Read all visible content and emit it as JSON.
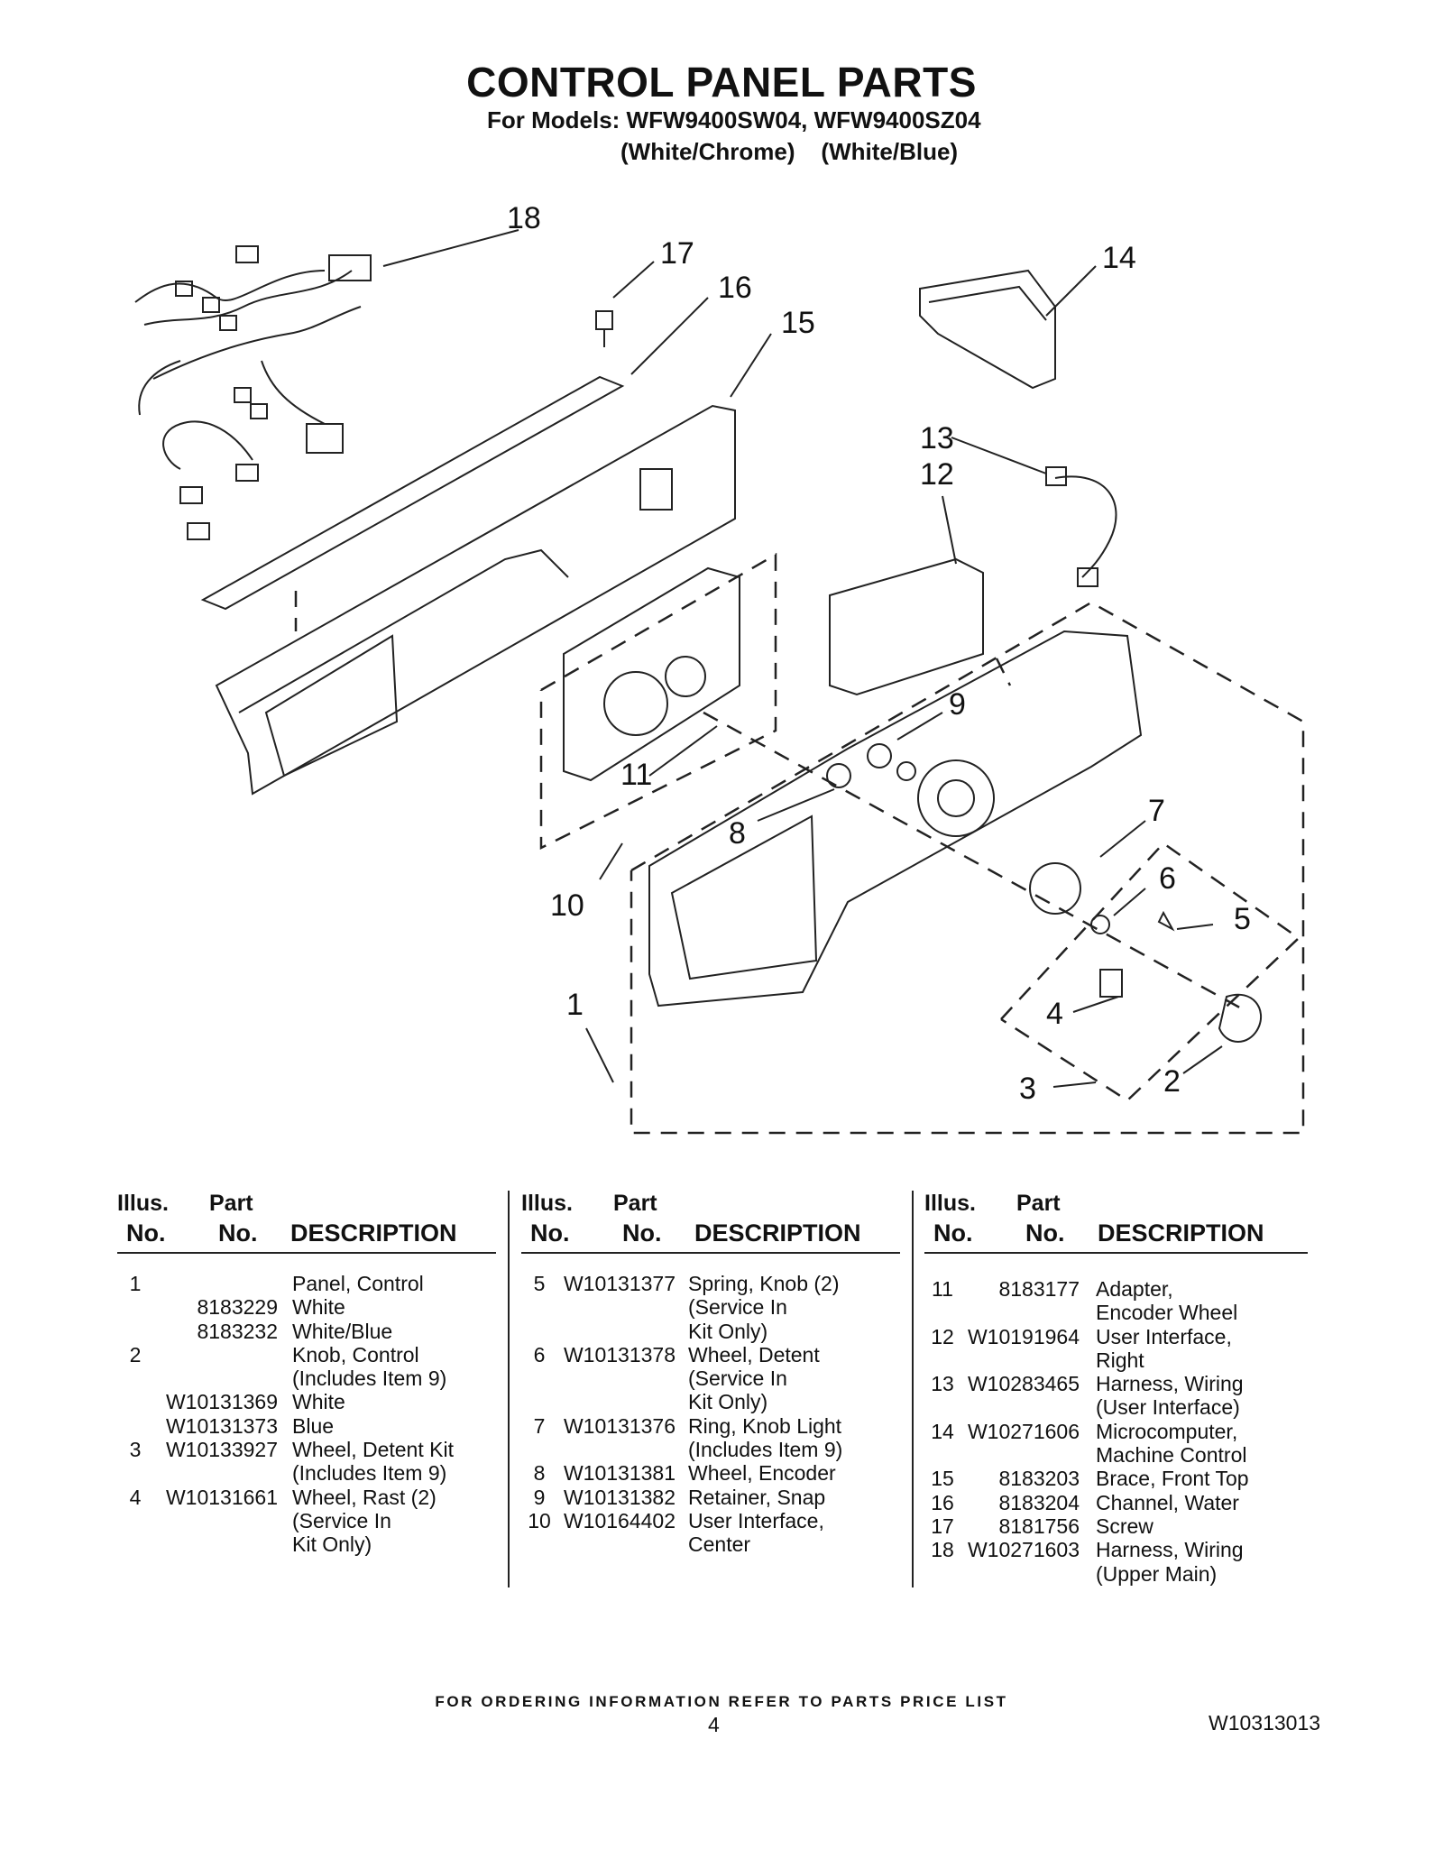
{
  "header": {
    "title": "CONTROL PANEL PARTS",
    "models_line": "For Models: WFW9400SW04, WFW9400SZ04",
    "colors_line": "(White/Chrome)    (White/Blue)"
  },
  "diagram": {
    "callouts": [
      "18",
      "17",
      "16",
      "15",
      "14",
      "13",
      "12",
      "9",
      "11",
      "8",
      "7",
      "10",
      "6",
      "5",
      "1",
      "4",
      "3",
      "2"
    ]
  },
  "table": {
    "headers": {
      "illus_top": "Illus.",
      "illus_bottom": "No.",
      "part_top": "Part",
      "part_bottom": "No.",
      "description": "DESCRIPTION"
    },
    "columns": [
      [
        {
          "illus": "1",
          "part": "",
          "desc": [
            "Panel, Control"
          ]
        },
        {
          "illus": "",
          "part": "8183229",
          "desc": [
            "White"
          ]
        },
        {
          "illus": "",
          "part": "8183232",
          "desc": [
            "White/Blue"
          ]
        },
        {
          "illus": "2",
          "part": "",
          "desc": [
            "Knob, Control",
            "(Includes Item 9)"
          ]
        },
        {
          "illus": "",
          "part": "W10131369",
          "desc": [
            "White"
          ]
        },
        {
          "illus": "",
          "part": "W10131373",
          "desc": [
            "Blue"
          ]
        },
        {
          "illus": "3",
          "part": "W10133927",
          "desc": [
            "Wheel, Detent Kit",
            "(Includes Item 9)"
          ]
        },
        {
          "illus": "4",
          "part": "W10131661",
          "desc": [
            "Wheel, Rast (2)",
            "(Service In",
            "Kit Only)"
          ]
        }
      ],
      [
        {
          "illus": "5",
          "part": "W10131377",
          "desc": [
            "Spring, Knob (2)",
            "(Service In",
            "Kit Only)"
          ]
        },
        {
          "illus": "6",
          "part": "W10131378",
          "desc": [
            "Wheel, Detent",
            "(Service In",
            "Kit Only)"
          ]
        },
        {
          "illus": "7",
          "part": "W10131376",
          "desc": [
            "Ring, Knob Light",
            "(Includes Item 9)"
          ]
        },
        {
          "illus": "8",
          "part": "W10131381",
          "desc": [
            "Wheel, Encoder"
          ]
        },
        {
          "illus": "9",
          "part": "W10131382",
          "desc": [
            "Retainer, Snap"
          ]
        },
        {
          "illus": "10",
          "part": "W10164402",
          "desc": [
            "User Interface,",
            "Center"
          ]
        }
      ],
      [
        {
          "illus": "11",
          "part": "8183177",
          "desc": [
            "Adapter,",
            "Encoder Wheel"
          ]
        },
        {
          "illus": "12",
          "part": "W10191964",
          "desc": [
            "User Interface,",
            "Right"
          ]
        },
        {
          "illus": "13",
          "part": "W10283465",
          "desc": [
            "Harness, Wiring",
            "(User Interface)"
          ]
        },
        {
          "illus": "14",
          "part": "W10271606",
          "desc": [
            "Microcomputer,",
            "Machine Control"
          ]
        },
        {
          "illus": "15",
          "part": "8183203",
          "desc": [
            "Brace, Front Top"
          ]
        },
        {
          "illus": "16",
          "part": "8183204",
          "desc": [
            "Channel, Water"
          ]
        },
        {
          "illus": "17",
          "part": "8181756",
          "desc": [
            "Screw"
          ]
        },
        {
          "illus": "18",
          "part": "W10271603",
          "desc": [
            "Harness, Wiring",
            "(Upper Main)"
          ]
        }
      ]
    ]
  },
  "footer": {
    "ordering_note": "FOR ORDERING INFORMATION REFER TO PARTS PRICE LIST",
    "page_number": "4",
    "document_number": "W10313013"
  }
}
